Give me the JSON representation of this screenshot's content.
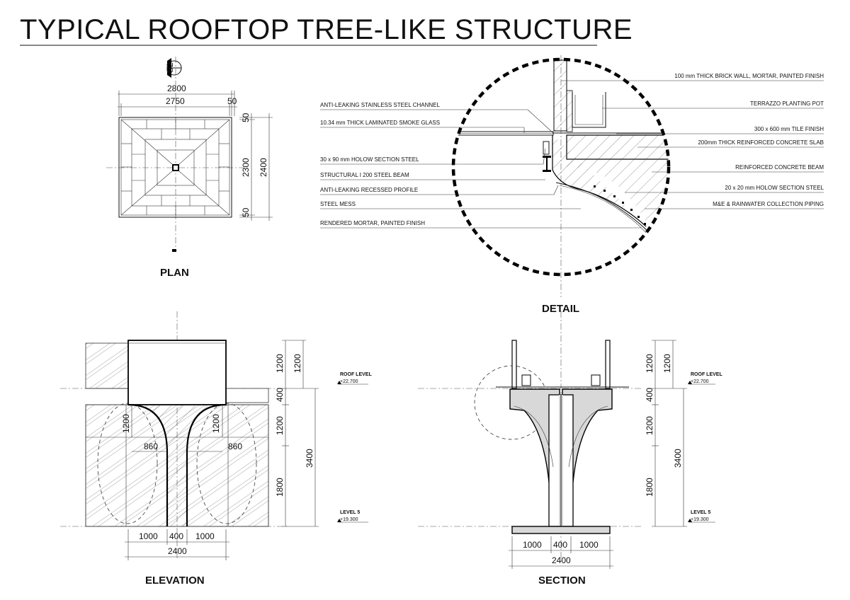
{
  "title": "TYPICAL ROOFTOP TREE-LIKE STRUCTURE",
  "plan": {
    "label": "PLAN",
    "section_marker": "S2",
    "dims": {
      "overall_width": "2800",
      "inner_width": "2750",
      "edge": "50",
      "inner_height": "2300",
      "overall_height": "2400",
      "edge_top": "50",
      "edge_bottom": "50"
    }
  },
  "detail": {
    "label": "DETAIL",
    "notes_left": [
      "ANTI-LEAKING STAINLESS STEEL CHANNEL",
      "10.34 mm THICK LAMINATED SMOKE GLASS",
      "30 x 90 mm HOLOW SECTION STEEL",
      "STRUCTURAL I 200 STEEL BEAM",
      "ANTI-LEAKING RECESSED PROFILE",
      "STEEL MESS",
      "RENDERED MORTAR, PAINTED FINISH"
    ],
    "notes_right": [
      "100 mm THICK BRICK WALL, MORTAR, PAINTED FINISH",
      "TERRAZZO PLANTING POT",
      "300 x 600 mm TILE FINISH",
      "200mm THICK REINFORCED CONCRETE SLAB",
      "REINFORCED CONCRETE BEAM",
      "20 x 20 mm HOLOW SECTION STEEL",
      "M&E & RAINWATER COLLECTION PIPING"
    ]
  },
  "elevation": {
    "label": "ELEVATION",
    "dims": {
      "pot_h_a": "1200",
      "pot_h_b": "1200",
      "gap": "400",
      "mid": "1200",
      "low": "1800",
      "total": "3400",
      "arm_h_left": "1200",
      "arm_h_right": "1200",
      "arm_w_left": "860",
      "arm_w_right": "860",
      "base_left": "1000",
      "base_mid": "400",
      "base_right": "1000",
      "base_total": "2400"
    },
    "levels": [
      {
        "name": "ROOF LEVEL",
        "value": "+22.700"
      },
      {
        "name": "LEVEL 5",
        "value": "+19.300"
      }
    ]
  },
  "section": {
    "label": "SECTION",
    "dims": {
      "pot_h_a": "1200",
      "pot_h_b": "1200",
      "gap": "400",
      "mid": "1200",
      "low": "1800",
      "total": "3400",
      "base_left": "1000",
      "base_mid": "400",
      "base_right": "1000",
      "base_total": "2400"
    },
    "levels": [
      {
        "name": "ROOF LEVEL",
        "value": "+22.700"
      },
      {
        "name": "LEVEL 5",
        "value": "+19.300"
      }
    ]
  }
}
